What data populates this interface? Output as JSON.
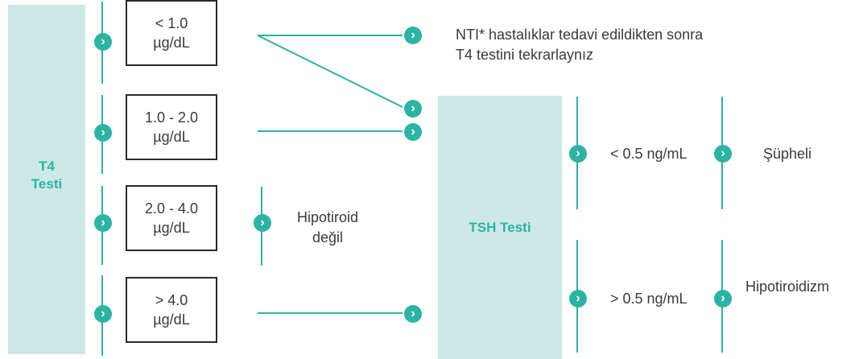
{
  "t4_panel": {
    "line1": "T4",
    "line2": "Testi"
  },
  "tsh_panel": {
    "label": "TSH Testi"
  },
  "ranges": [
    {
      "value": "< 1.0",
      "unit": "µg/dL"
    },
    {
      "value": "1.0 - 2.0",
      "unit": "µg/dL"
    },
    {
      "value": "2.0 - 4.0",
      "unit": "µg/dL"
    },
    {
      "value": "> 4.0",
      "unit": "µg/dL"
    }
  ],
  "outcomes": {
    "nti_line1": "NTI* hastalıklar tedavi edildikten sonra",
    "nti_line2": "T4 testini tekrarlaynız",
    "not_hypo_line1": "Hipotiroid",
    "not_hypo_line2": "değil"
  },
  "tsh_ranges": {
    "low": "< 0.5 ng/mL",
    "high": "> 0.5 ng/mL"
  },
  "tsh_outcomes": {
    "low": "Şüpheli",
    "high": "Hipotiroidizm"
  },
  "node_glyph": "›",
  "colors": {
    "accent": "#2bb3a3",
    "panel": "#cde9e7",
    "text": "#3a3a3a"
  }
}
